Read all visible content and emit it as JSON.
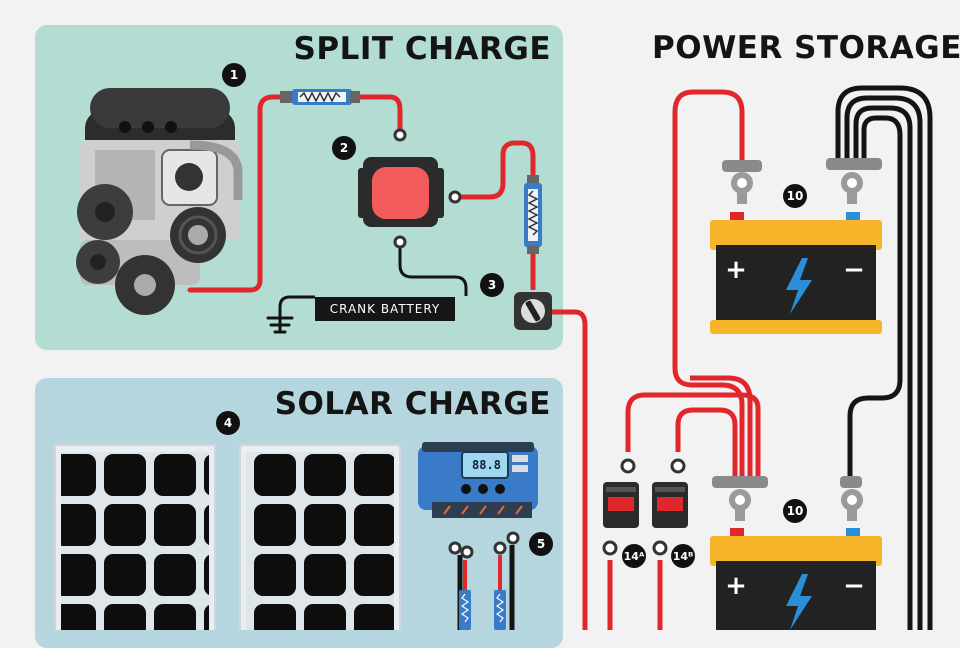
{
  "sections": {
    "split_charge": "SPLIT CHARGE",
    "solar_charge": "SOLAR CHARGE",
    "power_storage": "POWER STORAGE"
  },
  "labels": {
    "crank_battery": "CRANK BATTERY",
    "controller_display": "88.8"
  },
  "markers": {
    "m1": "1",
    "m2": "2",
    "m3": "3",
    "m4": "4",
    "m5": "5",
    "m10a": "10",
    "m10b": "10",
    "m14a": "14ᴬ",
    "m14b": "14ᴮ"
  },
  "battery_symbols": {
    "plus": "+",
    "minus": "−"
  },
  "colors": {
    "red_cable": "#e0272b",
    "black_cable": "#141414",
    "battery_case": "#f7b52c",
    "battery_body": "#222222",
    "bolt": "#2a8fd6",
    "fuse_blue": "#3a7bc8",
    "relay_red": "#f15b5b"
  }
}
